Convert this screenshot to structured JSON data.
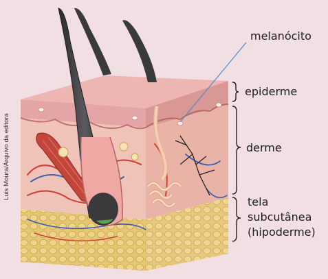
{
  "labels": {
    "melanocyte": "melanócito",
    "epidermis": "epiderme",
    "dermis": "derme",
    "hypodermis_line1": "tela",
    "hypodermis_line2": "subcutânea",
    "hypodermis_line3": "(hipoderme)"
  },
  "credit": "Luis Moura/Arquivo da editora",
  "colors": {
    "background": "#f1dfe3",
    "epidermis": "#e3a5a5",
    "dermis": "#f0c3b8",
    "fat": "#e6c774",
    "hair": "#3a3a3c",
    "muscle": "#c4453a",
    "artery": "#d2403a",
    "vein": "#3d5fae",
    "nerve": "#2a2320",
    "gland": "#f4d1b6",
    "leader_line": "#4a90c8"
  }
}
